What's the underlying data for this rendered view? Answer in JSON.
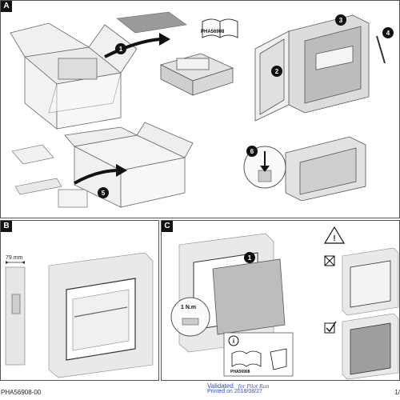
{
  "panels": {
    "a": {
      "tag": "A"
    },
    "b": {
      "tag": "B",
      "dimension": "79 mm"
    },
    "c": {
      "tag": "C",
      "torque": "1 N.m"
    }
  },
  "steps": {
    "s1": "1",
    "s2": "2",
    "s3": "3",
    "s4": "4",
    "s5": "5",
    "s6": "6",
    "c1": "1"
  },
  "booklet_label": "PHA56908",
  "icons": {
    "warning": "warning-triangle-icon",
    "info": "info-icon",
    "cross": "cross-box-icon",
    "check": "check-box-icon"
  },
  "footer": {
    "doc_id": "PHA56908-00",
    "validated": "Validated",
    "validated_by": "for Pilot Run",
    "printed": "Printed on 2018/08/27",
    "page": "1/"
  }
}
